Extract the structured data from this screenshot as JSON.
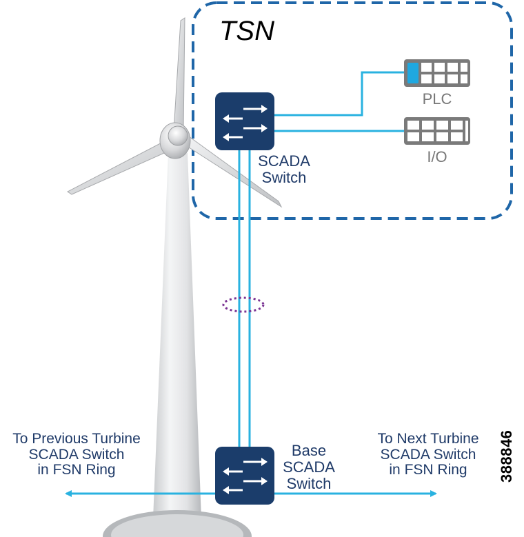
{
  "tsn": {
    "title": "TSN"
  },
  "plc": {
    "label": "PLC"
  },
  "io": {
    "label": "I/O"
  },
  "scada_switch": {
    "label": "SCADA\nSwitch"
  },
  "base_switch": {
    "label": "Base\nSCADA\nSwitch"
  },
  "left_link": {
    "label": "To Previous Turbine\nSCADA Switch\nin FSN Ring"
  },
  "right_link": {
    "label": "To Next Turbine\nSCADA Switch\nin FSN Ring"
  },
  "figure_id": "388846",
  "colors": {
    "switch": "#1b3d6b",
    "link": "#29b2e0",
    "tsn_border": "#1f66a8",
    "bundle": "#7a3393",
    "device": "#7a7a7a",
    "device_highlight": "#1fa8e0"
  }
}
